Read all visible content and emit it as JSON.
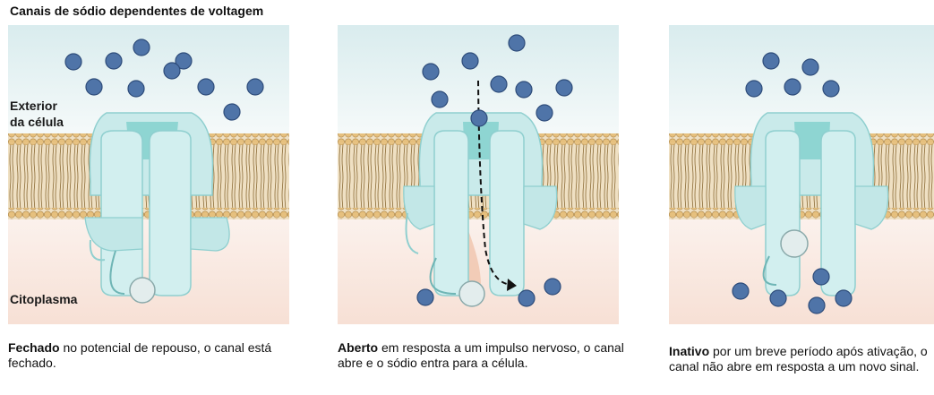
{
  "title": "Canais de sódio dependentes de voltagem",
  "labels": {
    "exterior_line1": "Exterior",
    "exterior_line2": "da célula",
    "cytoplasm": "Citoplasma"
  },
  "panels": [
    {
      "state": "Fechado",
      "description": " no potencial de repouso, o canal está fechado."
    },
    {
      "state": "Aberto",
      "description": " em resposta a um impulso nervoso, o canal abre e o sódio entra para a célula."
    },
    {
      "state": "Inativo",
      "description": " por um breve período após ativação, o canal não abre em resposta a um novo sinal."
    }
  ],
  "colors": {
    "extracellular": "#e9f3f4",
    "cytoplasm": "#f9e6dd",
    "lipid_head": "#e8c58a",
    "lipid_tail": "#7a5a2a",
    "channel": "#bfe6e6",
    "channel_dark": "#6fc6c6",
    "sodium_ion": "#4a6fa5",
    "gate_ball": "#dfe9ea"
  }
}
